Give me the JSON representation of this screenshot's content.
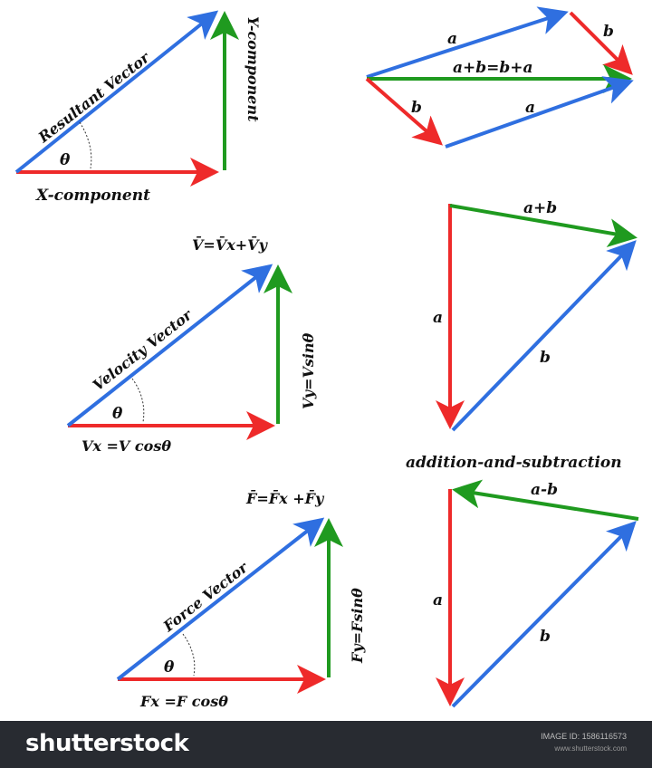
{
  "colors": {
    "red": "#ee2a2a",
    "green": "#1f9a1f",
    "blue": "#2f6fe0",
    "footer": "#282b31"
  },
  "triangle1": {
    "hyp": "Resultant Vector",
    "theta": "θ",
    "x": "X-component",
    "y": "Y-component"
  },
  "parallelogram": {
    "a_top": "a",
    "b_top": "b",
    "sum": "a+b=b+a",
    "b_bottom": "b",
    "a_bottom": "a"
  },
  "triangle2": {
    "eq": "V̄=V̄x+V̄y",
    "hyp": "Velocity Vector",
    "theta": "θ",
    "x": "Vx =V cosθ",
    "y": "Vy=Vsinθ"
  },
  "addition": {
    "sum": "a+b",
    "a": "a",
    "b": "b"
  },
  "caption": "addition-and-subtraction",
  "subtraction": {
    "diff": "a-b",
    "a": "a",
    "b": "b"
  },
  "triangle3": {
    "eq": "F̄=F̄x +F̄y",
    "hyp": "Force Vector",
    "theta": "θ",
    "x": "Fx =F cosθ",
    "y": "Fy=Fsinθ"
  },
  "footer": {
    "logo": "shutterstock",
    "image_id": "IMAGE ID: 1586116573",
    "site": "www.shutterstock.com"
  }
}
